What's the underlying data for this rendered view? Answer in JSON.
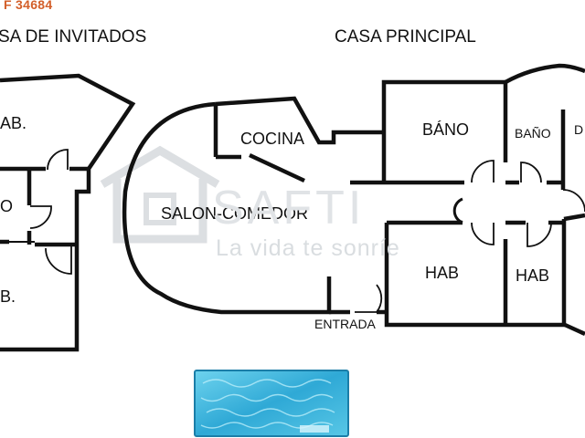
{
  "listing": {
    "ref_text": "F 34684"
  },
  "sections": {
    "guest_house": "SA DE INVITADOS",
    "main_house": "CASA PRINCIPAL"
  },
  "rooms": {
    "guest_top": "AB.",
    "guest_mid": "O",
    "guest_bottom": "B.",
    "kitchen": "COCINA",
    "living_dining": "SALON-COMEDOR",
    "bathroom_large": "BÁNO",
    "bathroom_small": "BAÑO",
    "bedroom_cut": "D",
    "bedroom_left": "HAB",
    "bedroom_right": "HAB",
    "entrance": "ENTRADA"
  },
  "watermark": {
    "brand": "SAFTI",
    "slogan": "La vida te sonríe",
    "logo_icon": "house-outline-icon"
  },
  "colors": {
    "wall": "#111111",
    "ref_accent": "#d35f2a",
    "watermark": "#dcdfe2",
    "pool_water": "#3fb6dc"
  }
}
